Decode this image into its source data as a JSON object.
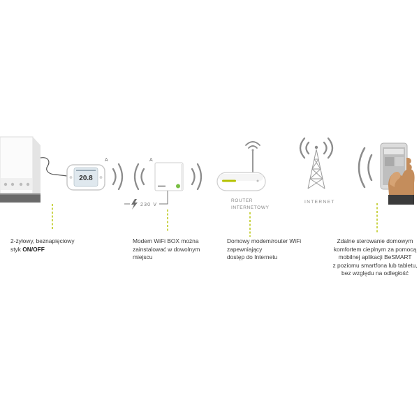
{
  "colors": {
    "accent": "#b5c200",
    "wave": "#8c8c8c",
    "led": "#78be43",
    "text": "#3a3a3a",
    "label": "#858585"
  },
  "icons": [
    "signal-waves-icon",
    "lightning-icon",
    "antenna-icon",
    "tower-icon",
    "boiler-icon",
    "thermostat-icon",
    "smartphone-icon"
  ],
  "diagram": {
    "thermostat": {
      "display": "20.8",
      "tag": "A"
    },
    "wifi_box": {
      "tag": "A",
      "power": "230 V"
    },
    "router": {
      "label_lines": [
        "ROUTER",
        "INTERNETOWY"
      ]
    },
    "internet": {
      "label": "INTERNET"
    }
  },
  "captions": {
    "contact": {
      "line1": "2-żyłowy, beznapięciowy",
      "line2": "styk",
      "line2_bold": "ON/OFF"
    },
    "wifi_box": {
      "lines": [
        "Modem WiFi BOX można",
        "zainstalować w dowolnym",
        "miejscu"
      ]
    },
    "router": {
      "lines": [
        "Domowy modem/router WiFi",
        "zapewniający",
        "dostęp do Internetu"
      ]
    },
    "remote": {
      "lines": [
        "Zdalne sterowanie domowym",
        "komfortem cieplnym za pomocą",
        "mobilnej aplikacji BeSMART",
        "z poziomu smartfona lub tabletu,",
        "bez względu na odległość"
      ]
    }
  }
}
